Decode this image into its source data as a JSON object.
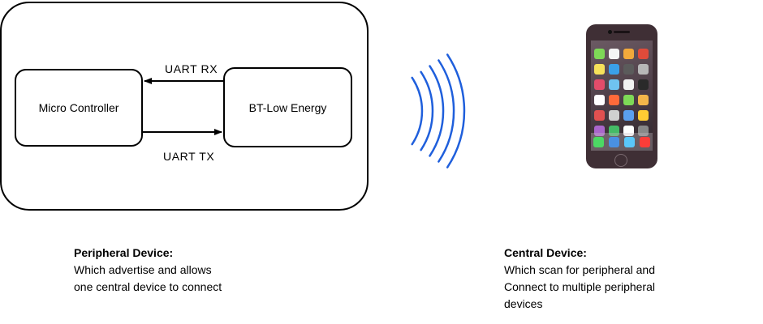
{
  "diagram": {
    "nodes": {
      "micro_controller": "Micro Controller",
      "bt_low_energy": "BT-Low Energy"
    },
    "edges": {
      "uart_rx": "UART  RX",
      "uart_tx": "UART  TX"
    },
    "wave_color": "#1f5fdc",
    "arrow_color": "#000000"
  },
  "peripheral": {
    "title": "Peripheral Device:",
    "lines": [
      "Which advertise  and allows",
      "one central device to connect"
    ]
  },
  "central": {
    "title": "Central Device:",
    "lines": [
      "Which scan for peripheral and",
      "Connect to multiple  peripheral",
      "devices"
    ]
  },
  "phone": {
    "icon_name": "smartphone-icon",
    "app_colors": [
      "#7ed957",
      "#f4f4f4",
      "#f2a93b",
      "#e04b3a",
      "#f6e15a",
      "#3aa0e8",
      "#5b5b5b",
      "#b7b7b7",
      "#e14c6a",
      "#6fc3f0",
      "#f2f2f2",
      "#2a2a2a",
      "#ffffff",
      "#ff6a3a",
      "#7ed957",
      "#f3b64a",
      "#e05050",
      "#d0d0d0",
      "#5aa0f0",
      "#ffcc33",
      "#aa66cc",
      "#44bb66",
      "#ffffff",
      "#888888"
    ],
    "dock_colors": [
      "#4cd964",
      "#4a90e2",
      "#5ac8fa",
      "#fc3d39"
    ]
  }
}
